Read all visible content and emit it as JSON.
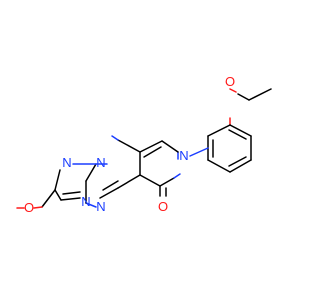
{
  "molecule": {
    "atom_labels": {
      "n1": "N",
      "n2": "N",
      "n3": "N",
      "n4": "N",
      "n5": "N",
      "o_ether": "O",
      "o_methoxy": "O",
      "o_carbonyl": "O"
    },
    "colors": {
      "bond": "#000000",
      "nitrogen": "#1a3dff",
      "oxygen": "#ff1a1a",
      "background": "#ffffff"
    }
  }
}
